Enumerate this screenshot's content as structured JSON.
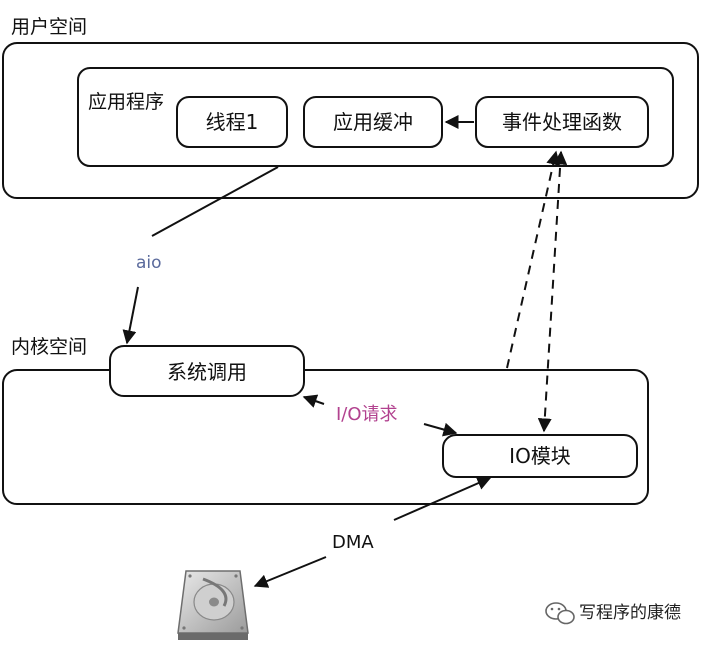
{
  "user_space": {
    "label": "用户空间",
    "app": {
      "label": "应用程序",
      "thread": "线程1",
      "buffer": "应用缓冲",
      "handler": "事件处理函数"
    }
  },
  "edges": {
    "aio": "aio",
    "io_request": "I/O请求",
    "dma": "DMA"
  },
  "kernel_space": {
    "label": "内核空间",
    "syscall": "系统调用",
    "io_module": "IO模块"
  },
  "disk": {
    "icon": "hard-disk-icon"
  },
  "watermark": {
    "icon": "wechat-icon",
    "text": "写程序的康德"
  }
}
